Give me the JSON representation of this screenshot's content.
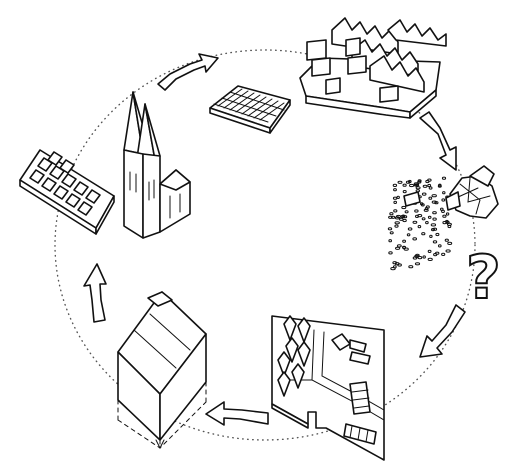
{
  "diagram": {
    "stages": [
      {
        "id": "cathedral",
        "icon": "cathedral-icon"
      },
      {
        "id": "planned-district",
        "icon": "district-model-icon"
      },
      {
        "id": "dispersal",
        "icon": "scattered-dots-icon"
      },
      {
        "id": "uncertainty",
        "icon": "question-mark-icon",
        "glyph": "?"
      },
      {
        "id": "urban-plan",
        "icon": "site-plan-icon"
      },
      {
        "id": "single-house",
        "icon": "house-icon"
      }
    ],
    "flow_direction": "clockwise",
    "colors": {
      "ink": "#111111",
      "background": "#ffffff",
      "orbit": "#555555"
    }
  }
}
